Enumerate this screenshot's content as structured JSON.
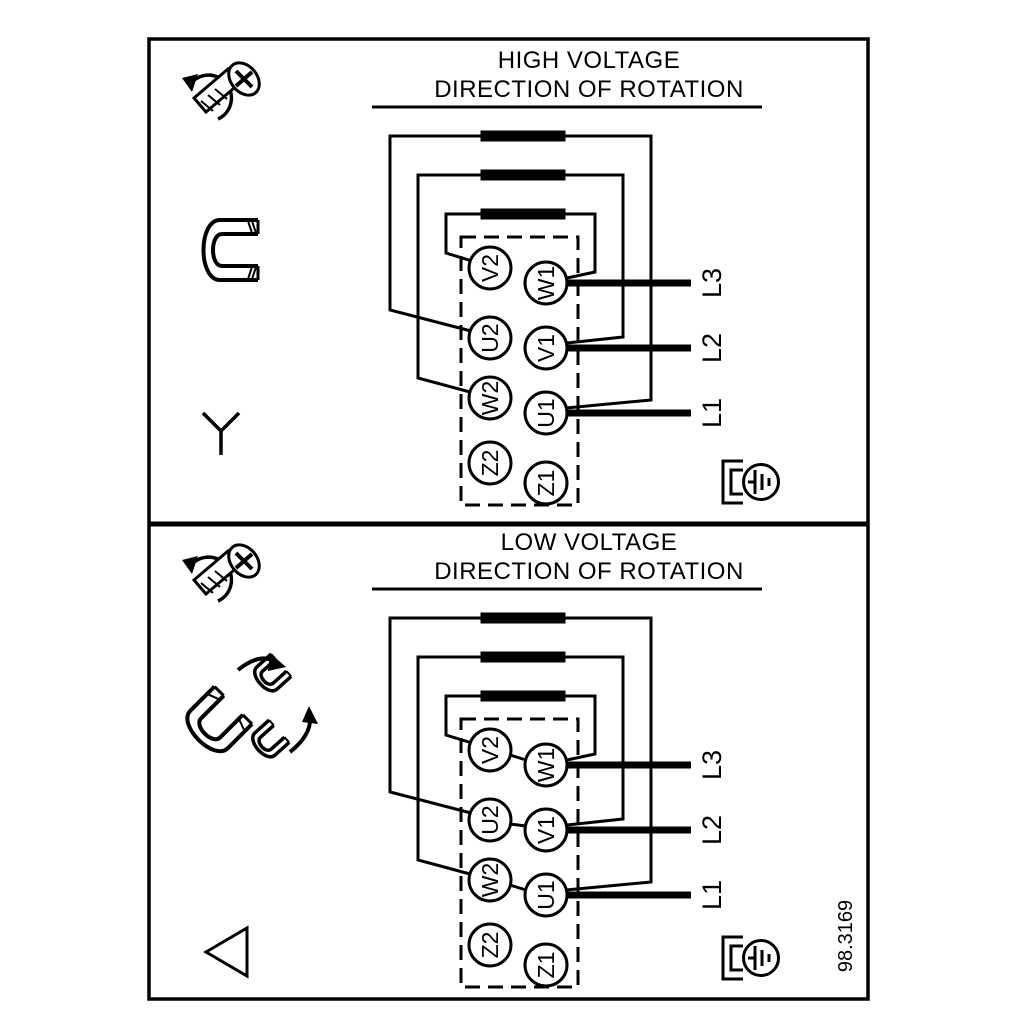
{
  "colors": {
    "ink": "#000000",
    "paper": "#ffffff"
  },
  "ref_number": "98.3169",
  "panels": {
    "high": {
      "title": "HIGH VOLTAGE",
      "subtitle": "DIRECTION OF ROTATION"
    },
    "low": {
      "title": "LOW VOLTAGE",
      "subtitle": "DIRECTION OF ROTATION"
    }
  },
  "terminal_block": {
    "left": [
      "V2",
      "U2",
      "W2",
      "Z2"
    ],
    "right": [
      "W1",
      "V1",
      "U1",
      "Z1"
    ]
  },
  "supply_lines": [
    "L3",
    "L2",
    "L1"
  ],
  "icons": {
    "screw": "screw-rotation-icon",
    "link": "terminal-link-icon",
    "star": "star-connection-icon",
    "delta": "delta-connection-icon",
    "ground": "ground-icon",
    "arrow": "link-move-arrow-icon"
  }
}
